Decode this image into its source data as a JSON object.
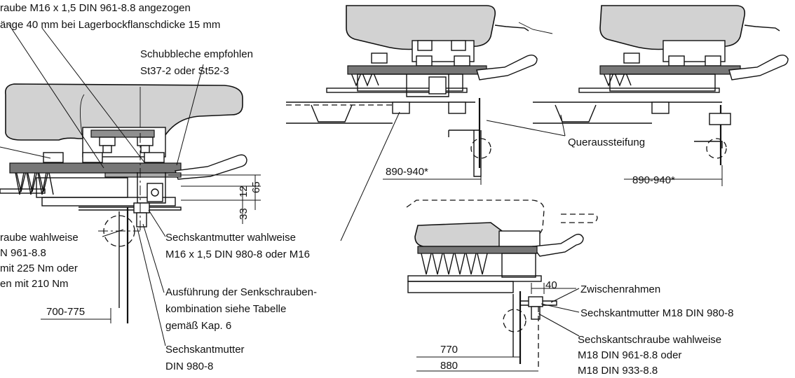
{
  "labels": {
    "screw_line1": "raube M16 x 1,5 DIN 961-8.8 angezogen",
    "screw_line2": "änge 40 mm  bei Lagerbockflanschdicke 15 mm",
    "shims_line1": "Schubbleche empfohlen",
    "shims_line2": "St37-2 oder St52-3",
    "alt_screw_line1": "raube wahlweise",
    "alt_screw_line2": "N 961-8.8",
    "alt_screw_line3": "mit 225 Nm oder",
    "alt_screw_line4": "en mit 210 Nm",
    "hexnut_opt_line1": "Sechskantmutter wahlweise",
    "hexnut_opt_line2": "M16 x 1,5 DIN 980-8 oder M16",
    "countersunk_line1": "Ausführung der Senkschrauben-",
    "countersunk_line2": "kombination siehe Tabelle",
    "countersunk_line3": "gemäß Kap. 6",
    "hexnut_line1": "Sechskantmutter",
    "hexnut_line2": "DIN 980-8",
    "cross_bracing": "Queraussteifung",
    "intermediate_frame": "Zwischenrahmen",
    "hexnut_m18": "Sechskantmutter M18 DIN 980-8",
    "hexbolt_line1": "Sechskantschraube wahlweise",
    "hexbolt_line2": "M18 DIN 961-8.8 oder",
    "hexbolt_line3": "M18 DIN 933-8.8"
  },
  "dimensions": {
    "d_700_775": "700-775",
    "d_890_940_a": "890-940*",
    "d_890_940_b": "890-940*",
    "d_770": "770",
    "d_880": "880",
    "d_40": "40",
    "d_65": "65",
    "d_12": "12",
    "d_33": "33"
  }
}
